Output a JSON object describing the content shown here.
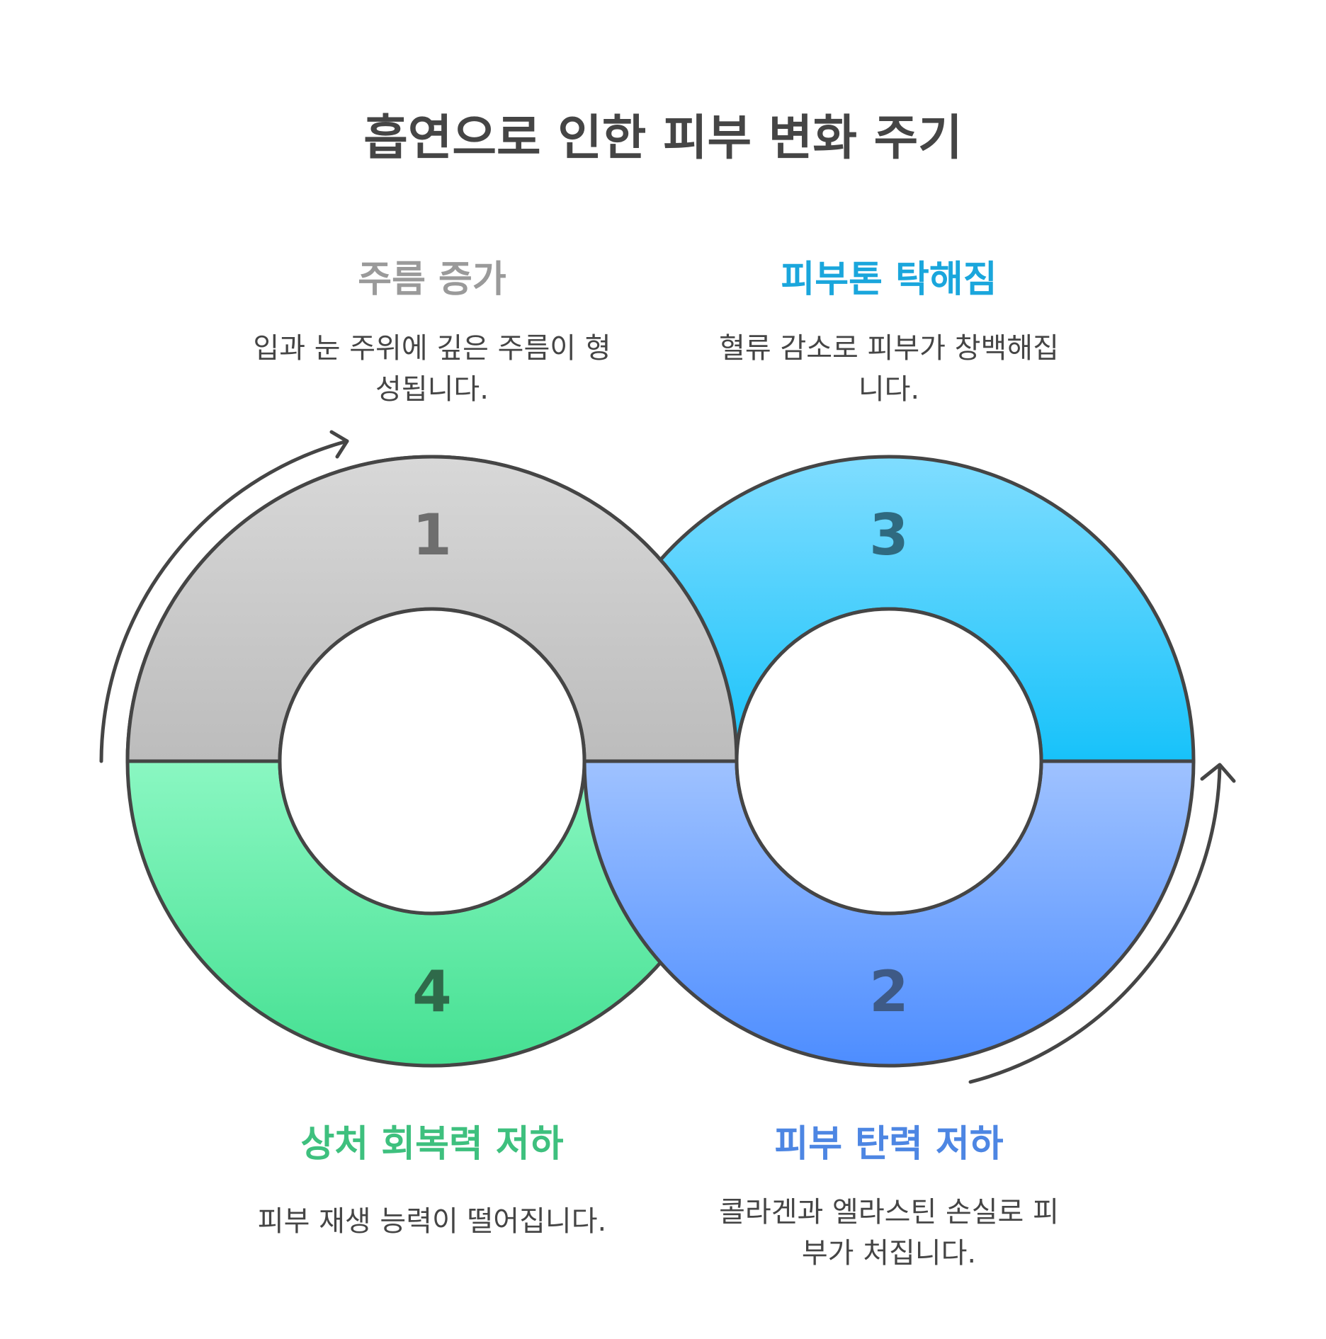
{
  "title": "흡연으로 인한 피부 변화 주기",
  "steps": [
    {
      "number": "1",
      "heading": "주름 증가",
      "description_lines": [
        "입과 눈 주위에 깊은 주름이 형",
        "성됩니다."
      ],
      "heading_color": "#9a9a9a",
      "number_color": "#6e6e6e",
      "fill_colors": [
        "#d8d8d8",
        "#bcbcbc"
      ]
    },
    {
      "number": "2",
      "heading": "피부 탄력 저하",
      "description_lines": [
        "콜라겐과 엘라스틴 손실로 피",
        "부가 처집니다."
      ],
      "heading_color": "#4d86e3",
      "number_color": "#3e5a86",
      "fill_colors": [
        "#9fc2ff",
        "#4d8dff"
      ]
    },
    {
      "number": "3",
      "heading": "피부톤 탁해짐",
      "description_lines": [
        "혈류 감소로 피부가 창백해집",
        "니다."
      ],
      "heading_color": "#1aa6dc",
      "number_color": "#2f6a80",
      "fill_colors": [
        "#80ddff",
        "#17c2fa"
      ]
    },
    {
      "number": "4",
      "heading": "상처 회복력 저하",
      "description_lines": [
        "피부 재생 능력이 떨어집니다."
      ],
      "heading_color": "#3ec07e",
      "number_color": "#2f6a4a",
      "fill_colors": [
        "#8af7c2",
        "#45e092"
      ]
    }
  ]
}
